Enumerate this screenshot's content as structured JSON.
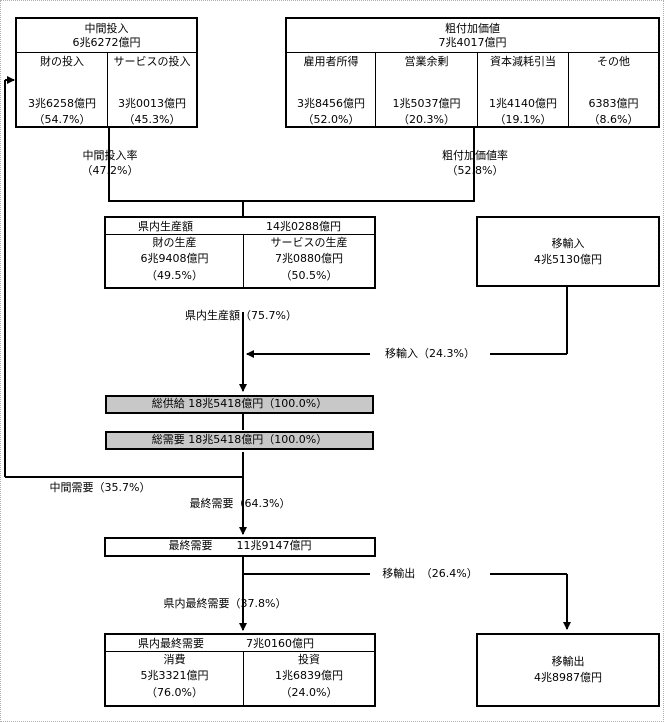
{
  "intermediate_input": {
    "title": "中間投入",
    "total": "6兆6272億円",
    "goods": {
      "label": "財の投入",
      "value": "3兆6258億円",
      "pct": "（54.7%）"
    },
    "services": {
      "label": "サービスの投入",
      "value": "3兆0013億円",
      "pct": "（45.3%）"
    }
  },
  "gross_value_added": {
    "title": "粗付加価値",
    "total": "7兆4017億円",
    "items": [
      {
        "label": "雇用者所得",
        "value": "3兆8456億円",
        "pct": "（52.0%）"
      },
      {
        "label": "営業余剰",
        "value": "1兆5037億円",
        "pct": "（20.3%）"
      },
      {
        "label": "資本減耗引当",
        "value": "1兆4140億円",
        "pct": "（19.1%）"
      },
      {
        "label": "その他",
        "value": "6383億円",
        "pct": "（8.6%）"
      }
    ]
  },
  "intermediate_input_rate": {
    "label": "中間投入率",
    "pct": "（47.2%）"
  },
  "value_added_rate": {
    "label": "粗付加価値率",
    "pct": "（52.8%）"
  },
  "output": {
    "title": "県内生産額",
    "total": "14兆0288億円",
    "goods": {
      "label": "財の生産",
      "value": "6兆9408億円",
      "pct": "（49.5%）"
    },
    "services": {
      "label": "サービスの生産",
      "value": "7兆0880億円",
      "pct": "（50.5%）"
    }
  },
  "imports": {
    "title": "移輸入",
    "value": "4兆5130億円"
  },
  "output_share_label": "県内生産額（75.7%）",
  "imports_share_label": "移輸入（24.3%）",
  "total_supply": "総供給 18兆5418億円（100.0%）",
  "total_demand": "総需要 18兆5418億円（100.0%）",
  "intermediate_demand_label": "中間需要（35.7%）",
  "final_demand_share_label": "最終需要（64.3%）",
  "final_demand": {
    "title": "最終需要",
    "value": "11兆9147億円"
  },
  "exports_share_label": "移輸出　（26.4%）",
  "domestic_final_share_label": "県内最終需要（37.8%）",
  "domestic_final_demand": {
    "title": "県内最終需要",
    "total": "7兆0160億円",
    "consumption": {
      "label": "消費",
      "value": "5兆3321億円",
      "pct": "（76.0%）"
    },
    "investment": {
      "label": "投資",
      "value": "1兆6839億円",
      "pct": "（24.0%）"
    }
  },
  "exports": {
    "title": "移輸出",
    "value": "4兆8987億円"
  }
}
